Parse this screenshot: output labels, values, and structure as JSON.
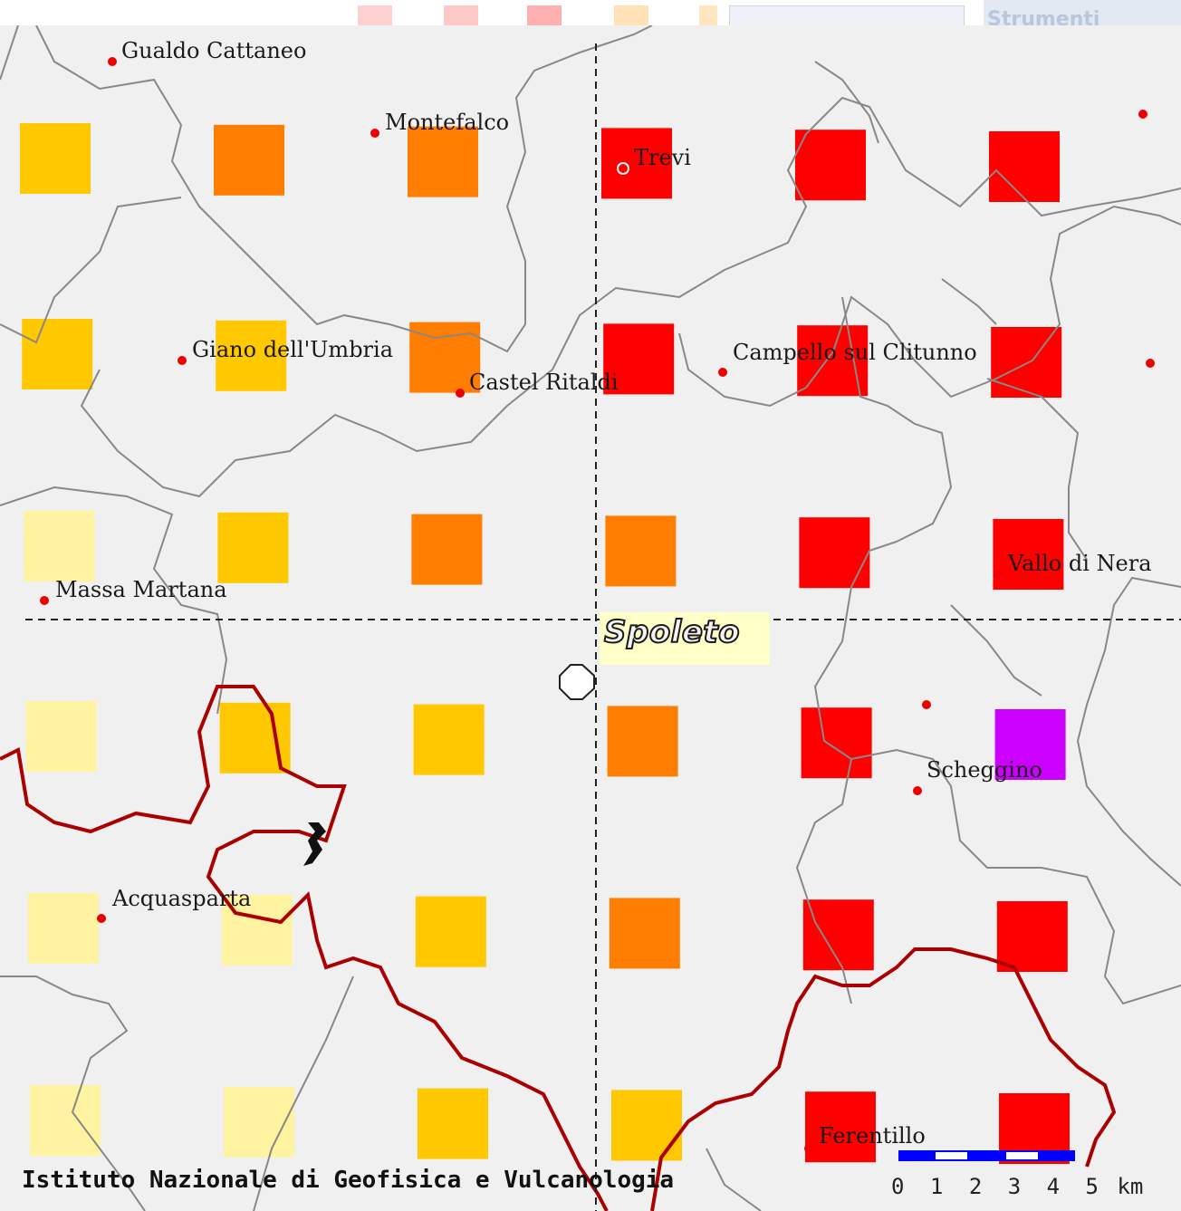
{
  "colors": {
    "map_bg": "#f0f0f0",
    "level_1": "#fff2a0",
    "level_2": "#ffc800",
    "level_3": "#ff7d00",
    "level_4": "#ff0000",
    "level_5": "#cc00ff",
    "boundary": "#888888",
    "region_border": "#aa0000",
    "town_dot": "#ee0000"
  },
  "header_tab": {
    "label": "Strumenti"
  },
  "cells": [
    {
      "level": 2
    },
    {
      "level": 3
    },
    {
      "level": 3
    },
    {
      "level": 4
    },
    {
      "level": 4
    },
    {
      "level": 4
    },
    {
      "level": 2
    },
    {
      "level": 2
    },
    {
      "level": 3
    },
    {
      "level": 4
    },
    {
      "level": 4
    },
    {
      "level": 4
    },
    {
      "level": 1
    },
    {
      "level": 2
    },
    {
      "level": 3
    },
    {
      "level": 3
    },
    {
      "level": 4
    },
    {
      "level": 4
    },
    {
      "level": 1
    },
    {
      "level": 2
    },
    {
      "level": 2
    },
    {
      "level": 3
    },
    {
      "level": 4
    },
    {
      "level": 5
    },
    {
      "level": 1
    },
    {
      "level": 1
    },
    {
      "level": 2
    },
    {
      "level": 3
    },
    {
      "level": 4
    },
    {
      "level": 4
    },
    {
      "level": 1
    },
    {
      "level": 1
    },
    {
      "level": 2
    },
    {
      "level": 2
    },
    {
      "level": 4
    },
    {
      "level": 4
    }
  ],
  "towns": {
    "gualdo_cattaneo": "Gualdo Cattaneo",
    "montefalco": "Montefalco",
    "trevi": "Trevi",
    "giano": "Giano dell'Umbria",
    "castel_ritaldi": "Castel Ritaldi",
    "campello": "Campello sul Clitunno",
    "massa_martana": "Massa Martana",
    "vallo_di_nera": "Vallo di Nera",
    "scheggino": "Scheggino",
    "acquasparta": "Acquasparta",
    "ferentillo": "Ferentillo"
  },
  "city": {
    "name": "Spoleto"
  },
  "credit": "Istituto Nazionale di Geofisica e Vulcanologia",
  "scale": {
    "ticks": [
      "0",
      "1",
      "2",
      "3",
      "4",
      "5"
    ],
    "unit": "km"
  }
}
